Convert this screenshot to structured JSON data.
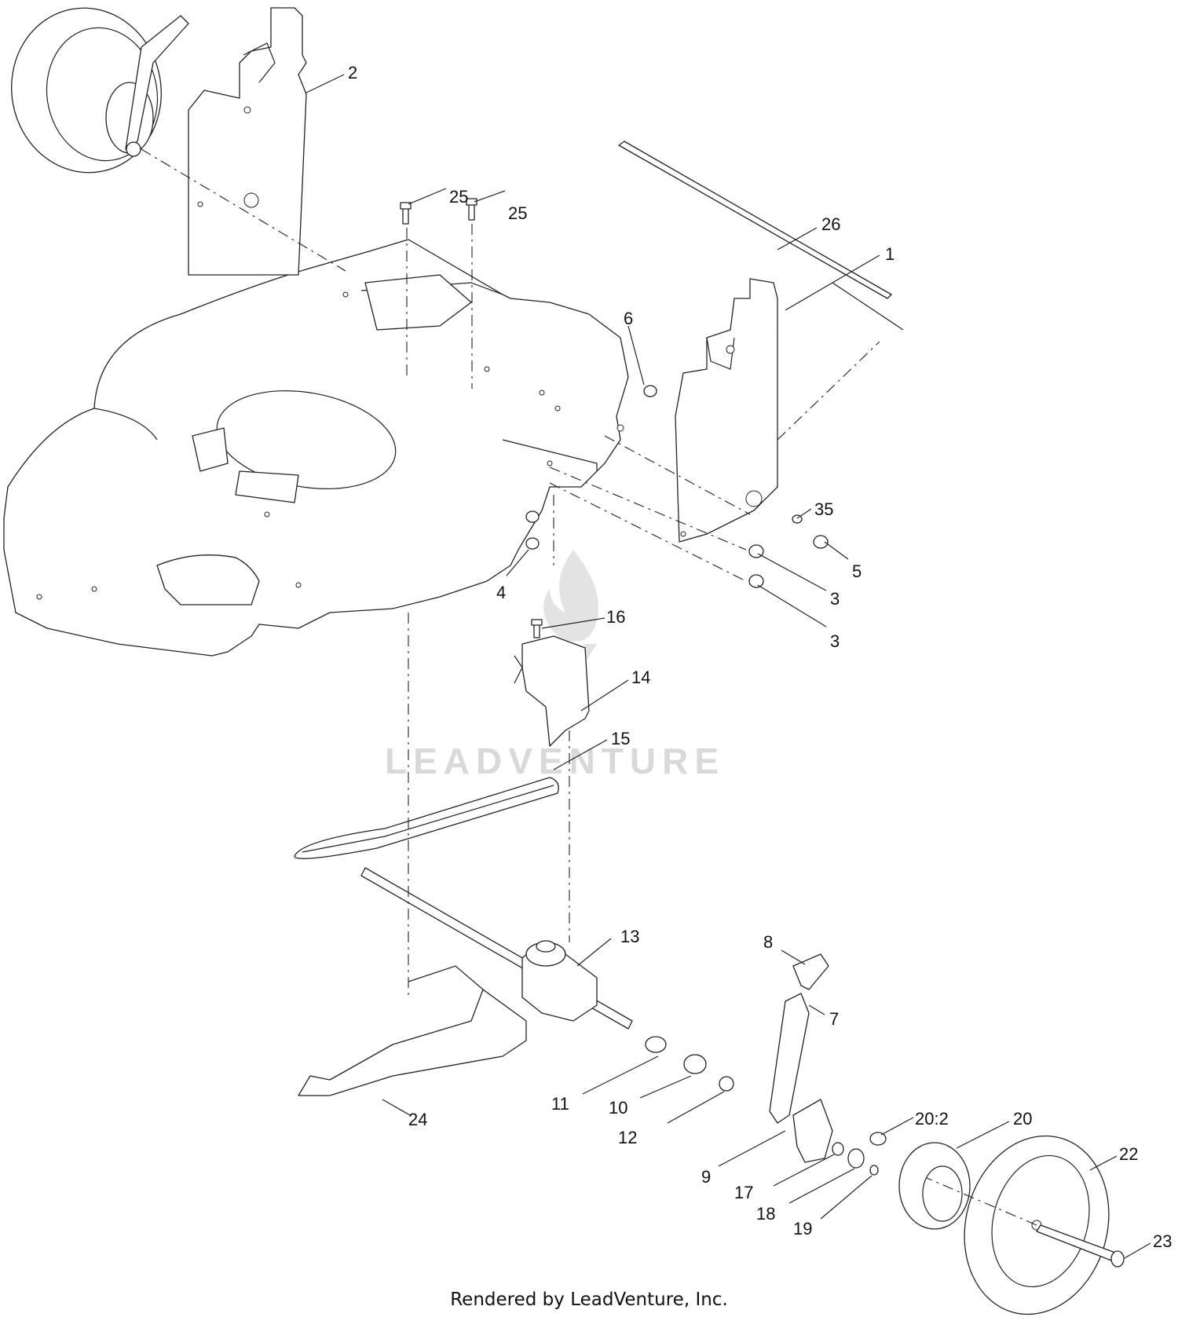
{
  "diagram": {
    "callouts": [
      "1",
      "2",
      "3",
      "3",
      "4",
      "5",
      "6",
      "7",
      "8",
      "9",
      "10",
      "11",
      "12",
      "13",
      "14",
      "15",
      "16",
      "17",
      "18",
      "19",
      "20",
      "20:2",
      "22",
      "23",
      "24",
      "25",
      "25",
      "26",
      "35"
    ]
  },
  "watermark": "LEADVENTURE",
  "footer": "Rendered by LeadVenture, Inc."
}
